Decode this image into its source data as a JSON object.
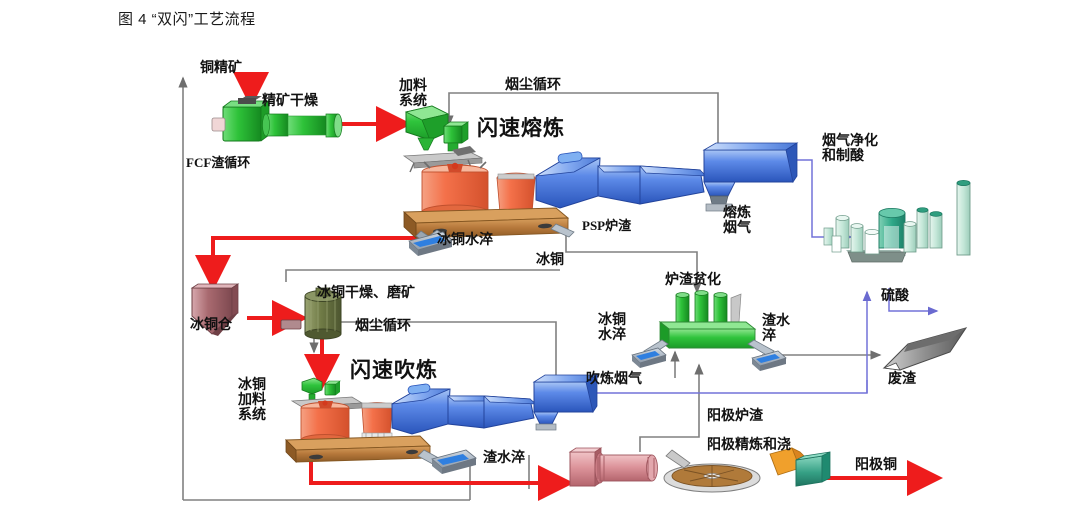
{
  "figure": {
    "caption": "图 4  “双闪”工艺流程",
    "title_cn": "双闪工艺流程"
  },
  "colors": {
    "red_arrow": "#ee1c1c",
    "gray_line": "#808080",
    "blue_line": "#7272d8",
    "green_equipment": "#33cc44",
    "orange_furnace": "#f4734a",
    "brown_settler": "#b5773a",
    "blue_duct": "#4a76d8",
    "teal_acid": "#bfe6d8",
    "pink_anode": "#d98a92",
    "maroon_bin": "#a96a70",
    "olive_mill": "#6f7a45",
    "waste_slag": "#8a8a8a",
    "anode_copper": "#3fa58a",
    "text": "#111111"
  },
  "labels": {
    "copper_concentrate": "铜精矿",
    "concentrate_drying": "精矿干燥",
    "feeding_system": "加料\n系统",
    "fcf_slag_cycle": "FCF渣循环",
    "dust_cycle_top": "烟尘循环",
    "flash_smelting": "闪速熔炼",
    "psp_slag": "PSP炉渣",
    "smelting_flue_gas": "熔炼\n烟气",
    "gas_cleaning_acid": "烟气净化\n和制酸",
    "sulfuric_acid": "硫酸",
    "matte_quench_top": "冰铜水淬",
    "matte": "冰铜",
    "matte_bin": "冰铜仓",
    "matte_dry_grind": "冰铜干燥、磨矿",
    "dust_cycle_mid": "烟尘循环",
    "flash_converting": "闪速吹炼",
    "matte_feed_system": "冰铜\n加料\n系统",
    "slag_depletion": "炉渣贫化",
    "matte_quench_mid": "冰铜\n水淬",
    "slag_quench_mid": "渣水\n淬",
    "converting_flue_gas": "吹炼烟气",
    "slag_quench_bottom": "渣水淬",
    "waste_slag": "废渣",
    "anode_furnace_slag": "阳极炉渣",
    "anode_refining_casting": "阳极精炼和浇",
    "anode_copper": "阳极铜"
  },
  "equipment": [
    {
      "name": "rotary-dryer",
      "label": "精矿干燥"
    },
    {
      "name": "feed-hopper",
      "label": "加料系统"
    },
    {
      "name": "flash-smelting-furnace",
      "label": "闪速熔炼"
    },
    {
      "name": "waste-heat-boiler",
      "label": ""
    },
    {
      "name": "electrostatic-precipitator",
      "label": ""
    },
    {
      "name": "acid-plant",
      "label": "烟气净化和制酸"
    },
    {
      "name": "matte-bin",
      "label": "冰铜仓"
    },
    {
      "name": "matte-mill",
      "label": "冰铜干燥、磨矿"
    },
    {
      "name": "flash-converting-furnace",
      "label": "闪速吹炼"
    },
    {
      "name": "slag-depletion-furnace",
      "label": "炉渣贫化"
    },
    {
      "name": "anode-furnace",
      "label": "阳极精炼和浇"
    },
    {
      "name": "casting-wheel",
      "label": ""
    },
    {
      "name": "anode-copper-stack",
      "label": "阳极铜"
    },
    {
      "name": "waste-slag-pile",
      "label": "废渣"
    },
    {
      "name": "granulation-launder",
      "label": "水淬"
    }
  ],
  "flows": [
    {
      "from": "铜精矿",
      "to": "精矿干燥",
      "type": "red"
    },
    {
      "from": "精矿干燥",
      "to": "加料系统",
      "type": "red"
    },
    {
      "from": "加料系统",
      "to": "闪速熔炼",
      "type": "gray"
    },
    {
      "from": "闪速熔炼",
      "to": "烟尘循环",
      "type": "gray"
    },
    {
      "from": "闪速熔炼",
      "to": "熔炼烟气",
      "type": "blue"
    },
    {
      "from": "熔炼烟气",
      "to": "烟气净化和制酸",
      "type": "blue"
    },
    {
      "from": "烟气净化和制酸",
      "to": "硫酸",
      "type": "blue"
    },
    {
      "from": "闪速熔炼",
      "to": "冰铜水淬",
      "type": "red"
    },
    {
      "from": "冰铜水淬",
      "to": "冰铜仓",
      "type": "red"
    },
    {
      "from": "冰铜仓",
      "to": "冰铜干燥、磨矿",
      "type": "red"
    },
    {
      "from": "冰铜干燥、磨矿",
      "to": "冰铜加料系统",
      "type": "red"
    },
    {
      "from": "闪速吹炼",
      "to": "吹炼烟气",
      "type": "blue"
    },
    {
      "from": "闪速吹炼",
      "to": "渣水淬",
      "type": "gray"
    },
    {
      "from": "PSP炉渣",
      "to": "炉渣贫化",
      "type": "gray"
    },
    {
      "from": "炉渣贫化",
      "to": "废渣",
      "type": "gray"
    },
    {
      "from": "闪速吹炼",
      "to": "阳极精炼和浇",
      "type": "red"
    },
    {
      "from": "阳极精炼和浇",
      "to": "阳极铜",
      "type": "red"
    },
    {
      "from": "阳极炉渣",
      "to": "炉渣贫化",
      "type": "gray"
    },
    {
      "from": "FCF渣循环",
      "to": "闪速熔炼",
      "type": "gray"
    }
  ]
}
